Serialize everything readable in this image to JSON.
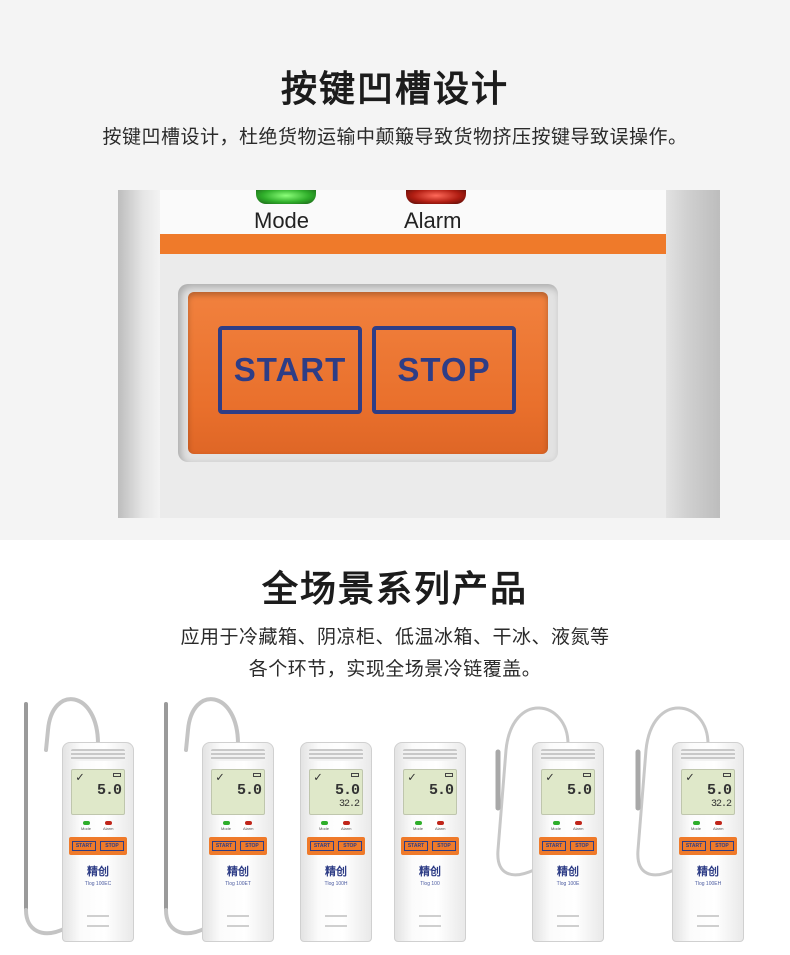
{
  "section1": {
    "title": "按键凹槽设计",
    "subtitle": "按键凹槽设计，杜绝货物运输中颠簸导致货物挤压按键导致误操作。",
    "device": {
      "mode_label": "Mode",
      "alarm_label": "Alarm",
      "start_label": "START",
      "stop_label": "STOP",
      "accent_color": "#ef7a2a",
      "button_color": "#2e3d86"
    }
  },
  "section2": {
    "title": "全场景系列产品",
    "desc_line1": "应用于冷藏箱、阴凉柜、低温冰箱、干冰、液氮等",
    "desc_line2": "各个环节，实现全场景冷链覆盖。",
    "products": [
      {
        "model": "Tlog 100EC",
        "temp": "5.0",
        "hum": "",
        "probe": "rigid",
        "brand": "精创",
        "mode": "Mode",
        "alarm": "Alarm",
        "start": "START",
        "stop": "STOP"
      },
      {
        "model": "Tlog 100ET",
        "temp": "5.0",
        "hum": "",
        "probe": "rigid",
        "brand": "精创",
        "mode": "Mode",
        "alarm": "Alarm",
        "start": "START",
        "stop": "STOP"
      },
      {
        "model": "Tlog 100H",
        "temp": "5.0",
        "hum": "32.2",
        "probe": "none",
        "brand": "精创",
        "mode": "Mode",
        "alarm": "Alarm",
        "start": "START",
        "stop": "STOP"
      },
      {
        "model": "Tlog 100",
        "temp": "5.0",
        "hum": "",
        "probe": "none",
        "brand": "精创",
        "mode": "Mode",
        "alarm": "Alarm",
        "start": "START",
        "stop": "STOP"
      },
      {
        "model": "Tlog 100E",
        "temp": "5.0",
        "hum": "",
        "probe": "cable",
        "brand": "精创",
        "mode": "Mode",
        "alarm": "Alarm",
        "start": "START",
        "stop": "STOP"
      },
      {
        "model": "Tlog 100EH",
        "temp": "5.0",
        "hum": "32.2",
        "probe": "cable",
        "brand": "精创",
        "mode": "Mode",
        "alarm": "Alarm",
        "start": "START",
        "stop": "STOP"
      }
    ]
  }
}
